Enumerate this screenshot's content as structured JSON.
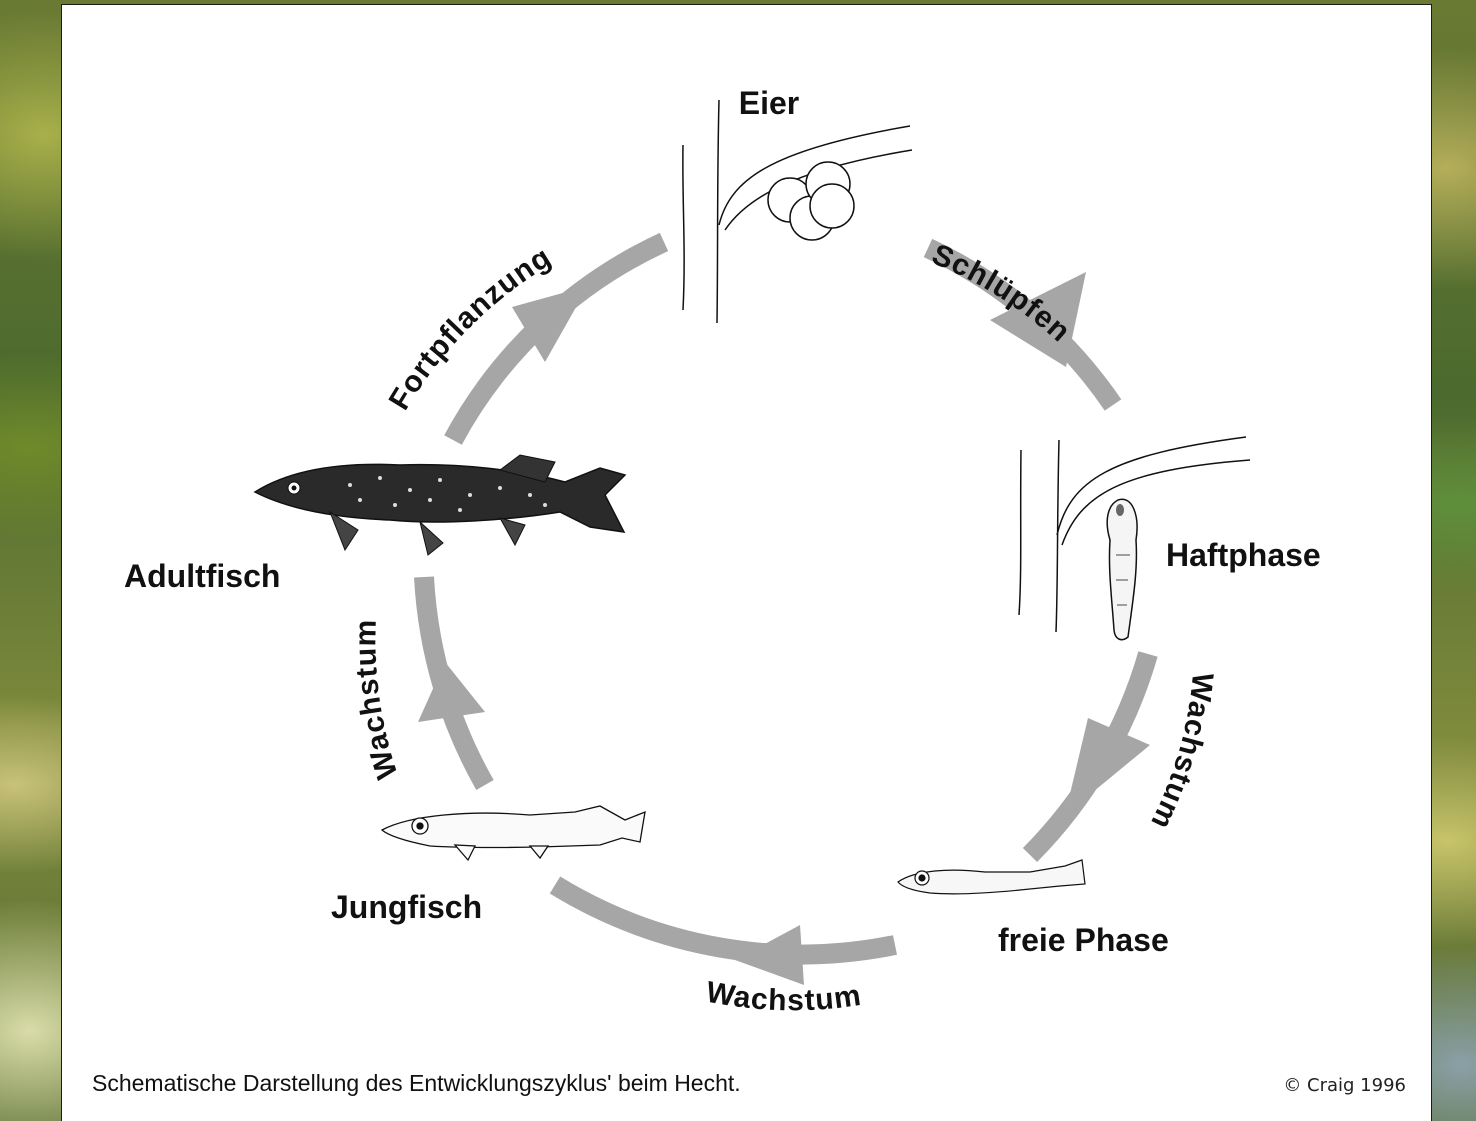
{
  "stages": {
    "eggs": "Eier",
    "attached": "Haftphase",
    "free": "freie Phase",
    "juvenile": "Jungfisch",
    "adult": "Adultfisch"
  },
  "processes": {
    "hatching": "Schlüpfen",
    "growth_right": "Wachstum",
    "growth_bottom": "Wachstum",
    "growth_left": "Wachstum",
    "reproduction": "Fortpflanzung"
  },
  "caption": "Schematische Darstellung des Entwicklungszyklus' beim Hecht.",
  "credit": "© Craig 1996",
  "colors": {
    "arrow": "#a6a6a6",
    "text": "#111111",
    "panel": "#ffffff"
  }
}
